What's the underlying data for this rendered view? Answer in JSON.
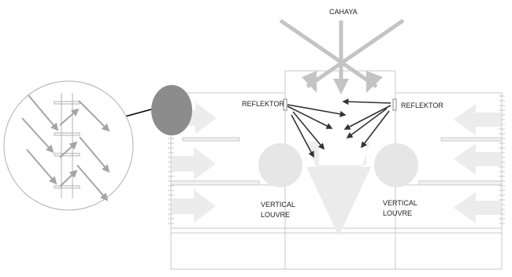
{
  "labels": {
    "light": "CAHAYA",
    "reflector_left": "REFLEKTOR",
    "reflector_right": "REFLEKTOR",
    "louvre_left": [
      "VERTICAL",
      "LOUVRE"
    ],
    "louvre_right": [
      "VERTICAL",
      "LOUVRE"
    ]
  },
  "colors": {
    "frame": "#c8c8c8",
    "light_beam": "#c4c4c4",
    "flow_arrow": "#ececec",
    "louvre_circle": "#e6e6e6",
    "detail_marker": "#8c8c8c",
    "reflected_ray": "#333333",
    "detail_arrow": "#000000",
    "inset_ray": "#a5a5a5"
  }
}
